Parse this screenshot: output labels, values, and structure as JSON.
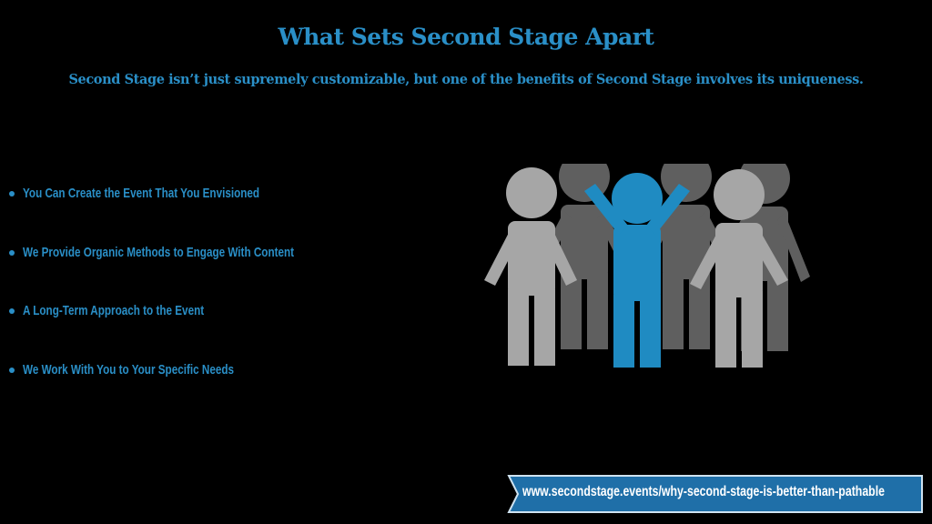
{
  "slide": {
    "title": "What Sets Second Stage Apart",
    "subtitle": "Second Stage isn’t just supremely customizable, but one of the benefits of Second Stage involves its uniqueness.",
    "bullets": [
      "You Can Create the Event That You Envisioned",
      "We Provide Organic Methods to Engage With Content",
      "A Long-Term Approach to the Event",
      "We Work With You to Your Specific Needs"
    ],
    "url": "www.secondstage.events/why-second-stage-is-better-than-pathable"
  },
  "illustration": {
    "icon": "people-group-icon",
    "colors": {
      "highlight": "#1f8bc2",
      "front_figures": "#a6a6a6",
      "back_figures": "#5f5f5f"
    }
  },
  "colors": {
    "background": "#000000",
    "accent": "#2a8fc7",
    "banner": "#1f6fa8",
    "banner_border": "#cfe3f1"
  }
}
